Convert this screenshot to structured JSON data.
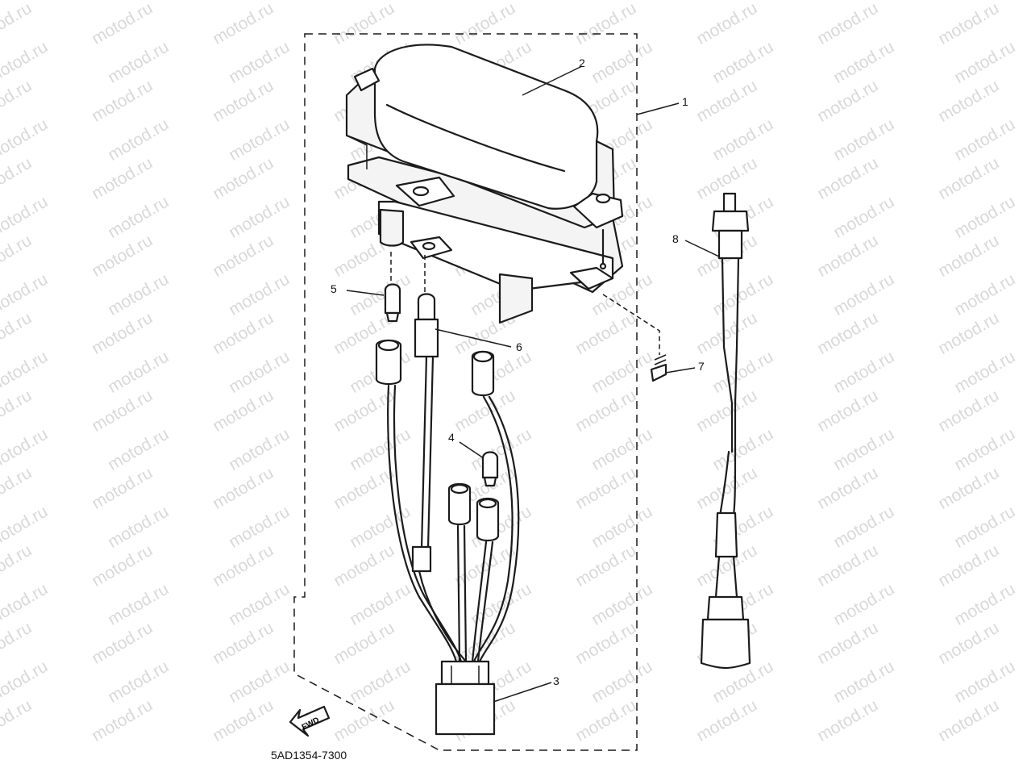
{
  "watermark": {
    "text": "motod.ru"
  },
  "callouts": {
    "c1": "1",
    "c2": "2",
    "c3": "3",
    "c4": "4",
    "c5": "5",
    "c6": "6",
    "c7": "7",
    "c8": "8"
  },
  "fwd_label": "FWD",
  "diagram_code": "5AD1354-7300",
  "colors": {
    "line": "#1b1b1b",
    "watermark": "#d9d9d9",
    "background": "#ffffff"
  }
}
